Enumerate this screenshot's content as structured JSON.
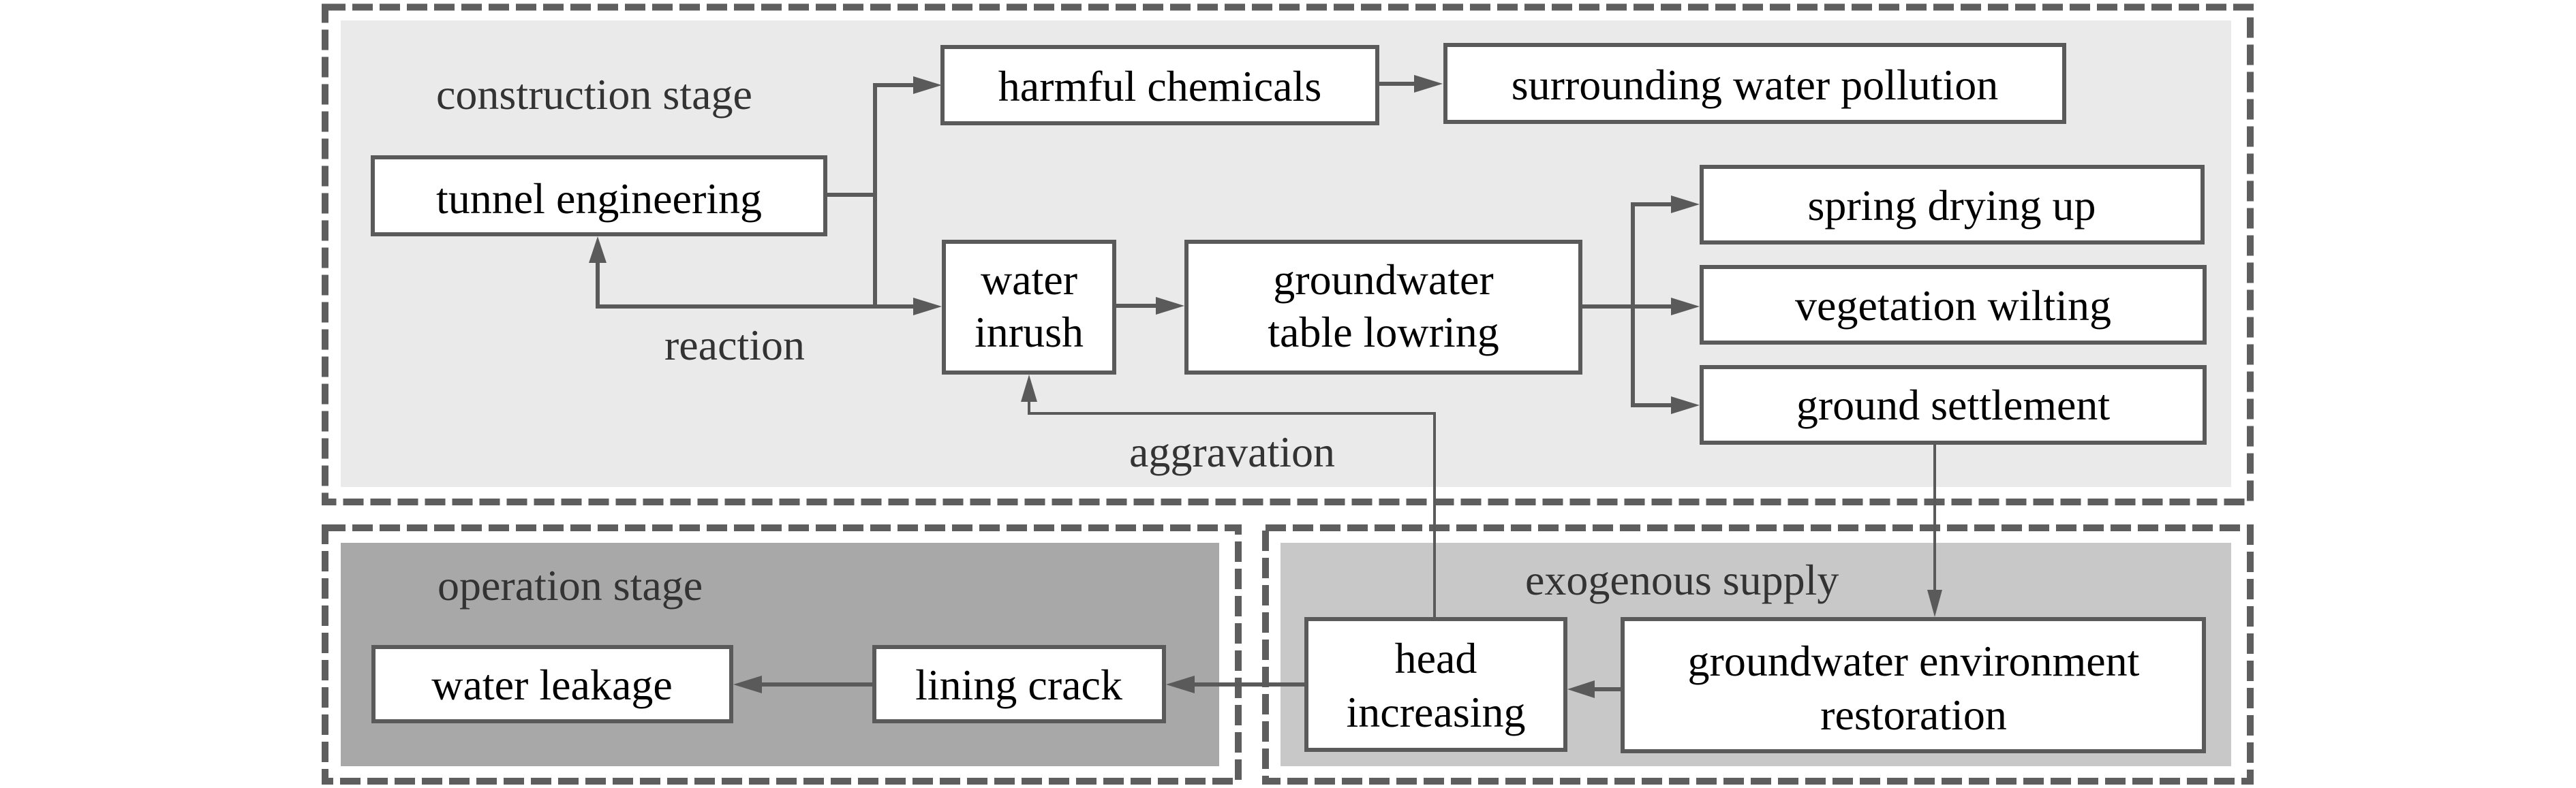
{
  "diagram": {
    "colors": {
      "construction_fill": "#eaeaea",
      "operation_fill": "#a8a8a8",
      "exogenous_fill": "#c8c8c8",
      "line": "#5a5a5a",
      "frame_dash": "#5e5e5e",
      "label_text": "#333333",
      "node_text": "#000000"
    },
    "regions": {
      "construction": {
        "label": "construction stage"
      },
      "operation": {
        "label": "operation stage"
      },
      "exogenous": {
        "label": "exogenous supply"
      }
    },
    "nodes": {
      "tunnel_engineering": {
        "lines": [
          "tunnel engineering"
        ]
      },
      "harmful_chemicals": {
        "lines": [
          "harmful chemicals"
        ]
      },
      "surrounding_water_pollution": {
        "lines": [
          "surrounding water pollution"
        ]
      },
      "water_inrush": {
        "lines": [
          "water",
          "inrush"
        ]
      },
      "groundwater_table_lowering": {
        "lines": [
          "groundwater",
          "table lowring"
        ]
      },
      "spring_drying_up": {
        "lines": [
          "spring drying up"
        ]
      },
      "vegetation_wilting": {
        "lines": [
          "vegetation wilting"
        ]
      },
      "ground_settlement": {
        "lines": [
          "ground settlement"
        ]
      },
      "water_leakage": {
        "lines": [
          "water leakage"
        ]
      },
      "lining_crack": {
        "lines": [
          "lining crack"
        ]
      },
      "head_increasing": {
        "lines": [
          "head",
          "increasing"
        ]
      },
      "groundwater_environment_restoration": {
        "lines": [
          "groundwater environment",
          "restoration"
        ]
      }
    },
    "edge_labels": {
      "reaction": "reaction",
      "aggravation": "aggravation"
    },
    "edges": [
      {
        "from": "tunnel_engineering",
        "to": "harmful_chemicals"
      },
      {
        "from": "tunnel_engineering",
        "to": "water_inrush"
      },
      {
        "from": "water_inrush",
        "to": "tunnel_engineering",
        "label": "reaction"
      },
      {
        "from": "harmful_chemicals",
        "to": "surrounding_water_pollution"
      },
      {
        "from": "water_inrush",
        "to": "groundwater_table_lowering"
      },
      {
        "from": "groundwater_table_lowering",
        "to": "spring_drying_up"
      },
      {
        "from": "groundwater_table_lowering",
        "to": "vegetation_wilting"
      },
      {
        "from": "groundwater_table_lowering",
        "to": "ground_settlement"
      },
      {
        "from": "ground_settlement",
        "to": "groundwater_environment_restoration"
      },
      {
        "from": "groundwater_environment_restoration",
        "to": "head_increasing"
      },
      {
        "from": "head_increasing",
        "to": "water_inrush",
        "label": "aggravation"
      },
      {
        "from": "head_increasing",
        "to": "lining_crack"
      },
      {
        "from": "lining_crack",
        "to": "water_leakage"
      }
    ]
  }
}
